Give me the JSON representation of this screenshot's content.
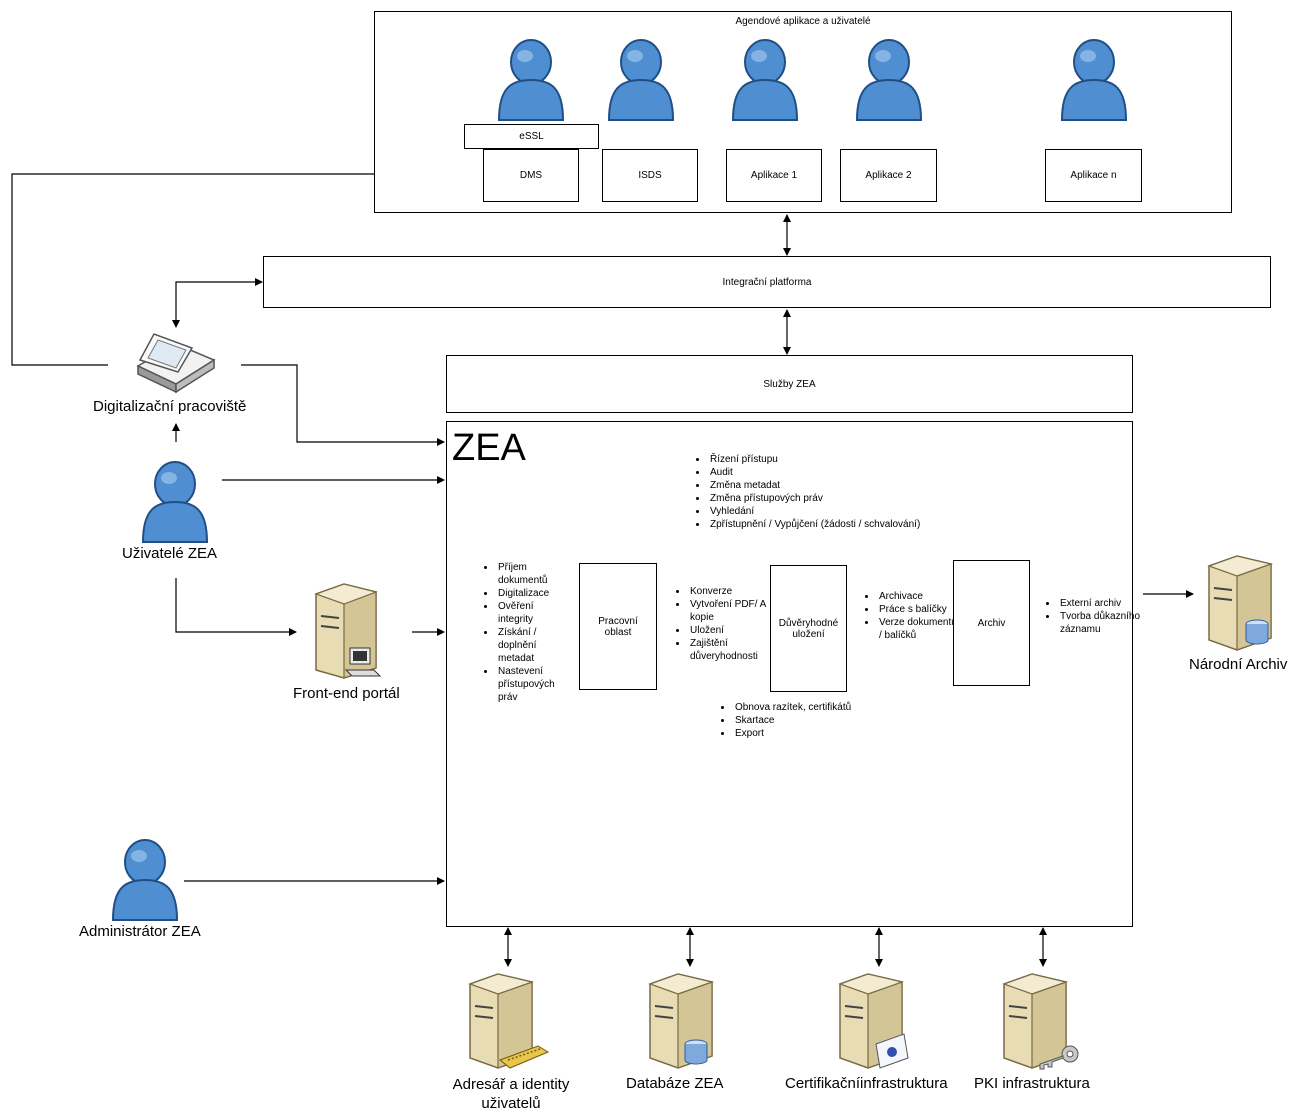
{
  "agendas": {
    "title": "Agendové aplikace a uživatelé",
    "essl": "eSSL",
    "apps": [
      "DMS",
      "ISDS",
      "Aplikace 1",
      "Aplikace 2",
      "Aplikace n"
    ]
  },
  "integration": {
    "label": "Integrační platforma"
  },
  "services": {
    "label": "Služby ZEA"
  },
  "zea": {
    "title": "ZEA",
    "top_bullets": [
      "Řízení přístupu",
      "Audit",
      "Změna metadat",
      "Změna přístupových práv",
      "Vyhledání",
      "Zpřístupnění / Vypůjčení (žádosti / schvalování)"
    ],
    "intake_bullets": [
      "Příjem dokumentů",
      "Digitalizace",
      "Ověření integrity",
      "Získání / doplnění metadat",
      "Nastevení přístupových práv"
    ],
    "work_area": "Pracovní oblast",
    "work_bullets": [
      "Konverze",
      "Vytvoření PDF/ A kopie",
      "Uložení",
      "Zajištění důveryhodnosti"
    ],
    "trusted_storage": "Důvěryhodné uložení",
    "trusted_bullets": [
      "Archivace",
      "Práce s balíčky",
      "Verze dokumentů / balíčků"
    ],
    "archive": "Archiv",
    "archive_bullets": [
      "Externí archiv",
      "Tvorba důkazního záznamu"
    ],
    "bottom_bullets": [
      "Obnova razítek, certifikátů",
      "Skartace",
      "Export"
    ]
  },
  "actors": {
    "digitization": "Digitalizační pracoviště",
    "users": "Uživatelé ZEA",
    "frontend": "Front-end portál",
    "admin": "Administrátor ZEA",
    "national_archive": "Národní Archiv"
  },
  "infrastructure": [
    "Adresář a identity uživatelů",
    "Databáze ZEA",
    "Certifikačníinfrastruktura",
    "PKI infrastruktura"
  ],
  "colors": {
    "person": "#4f8ed0",
    "server": "#e8dcb4"
  }
}
